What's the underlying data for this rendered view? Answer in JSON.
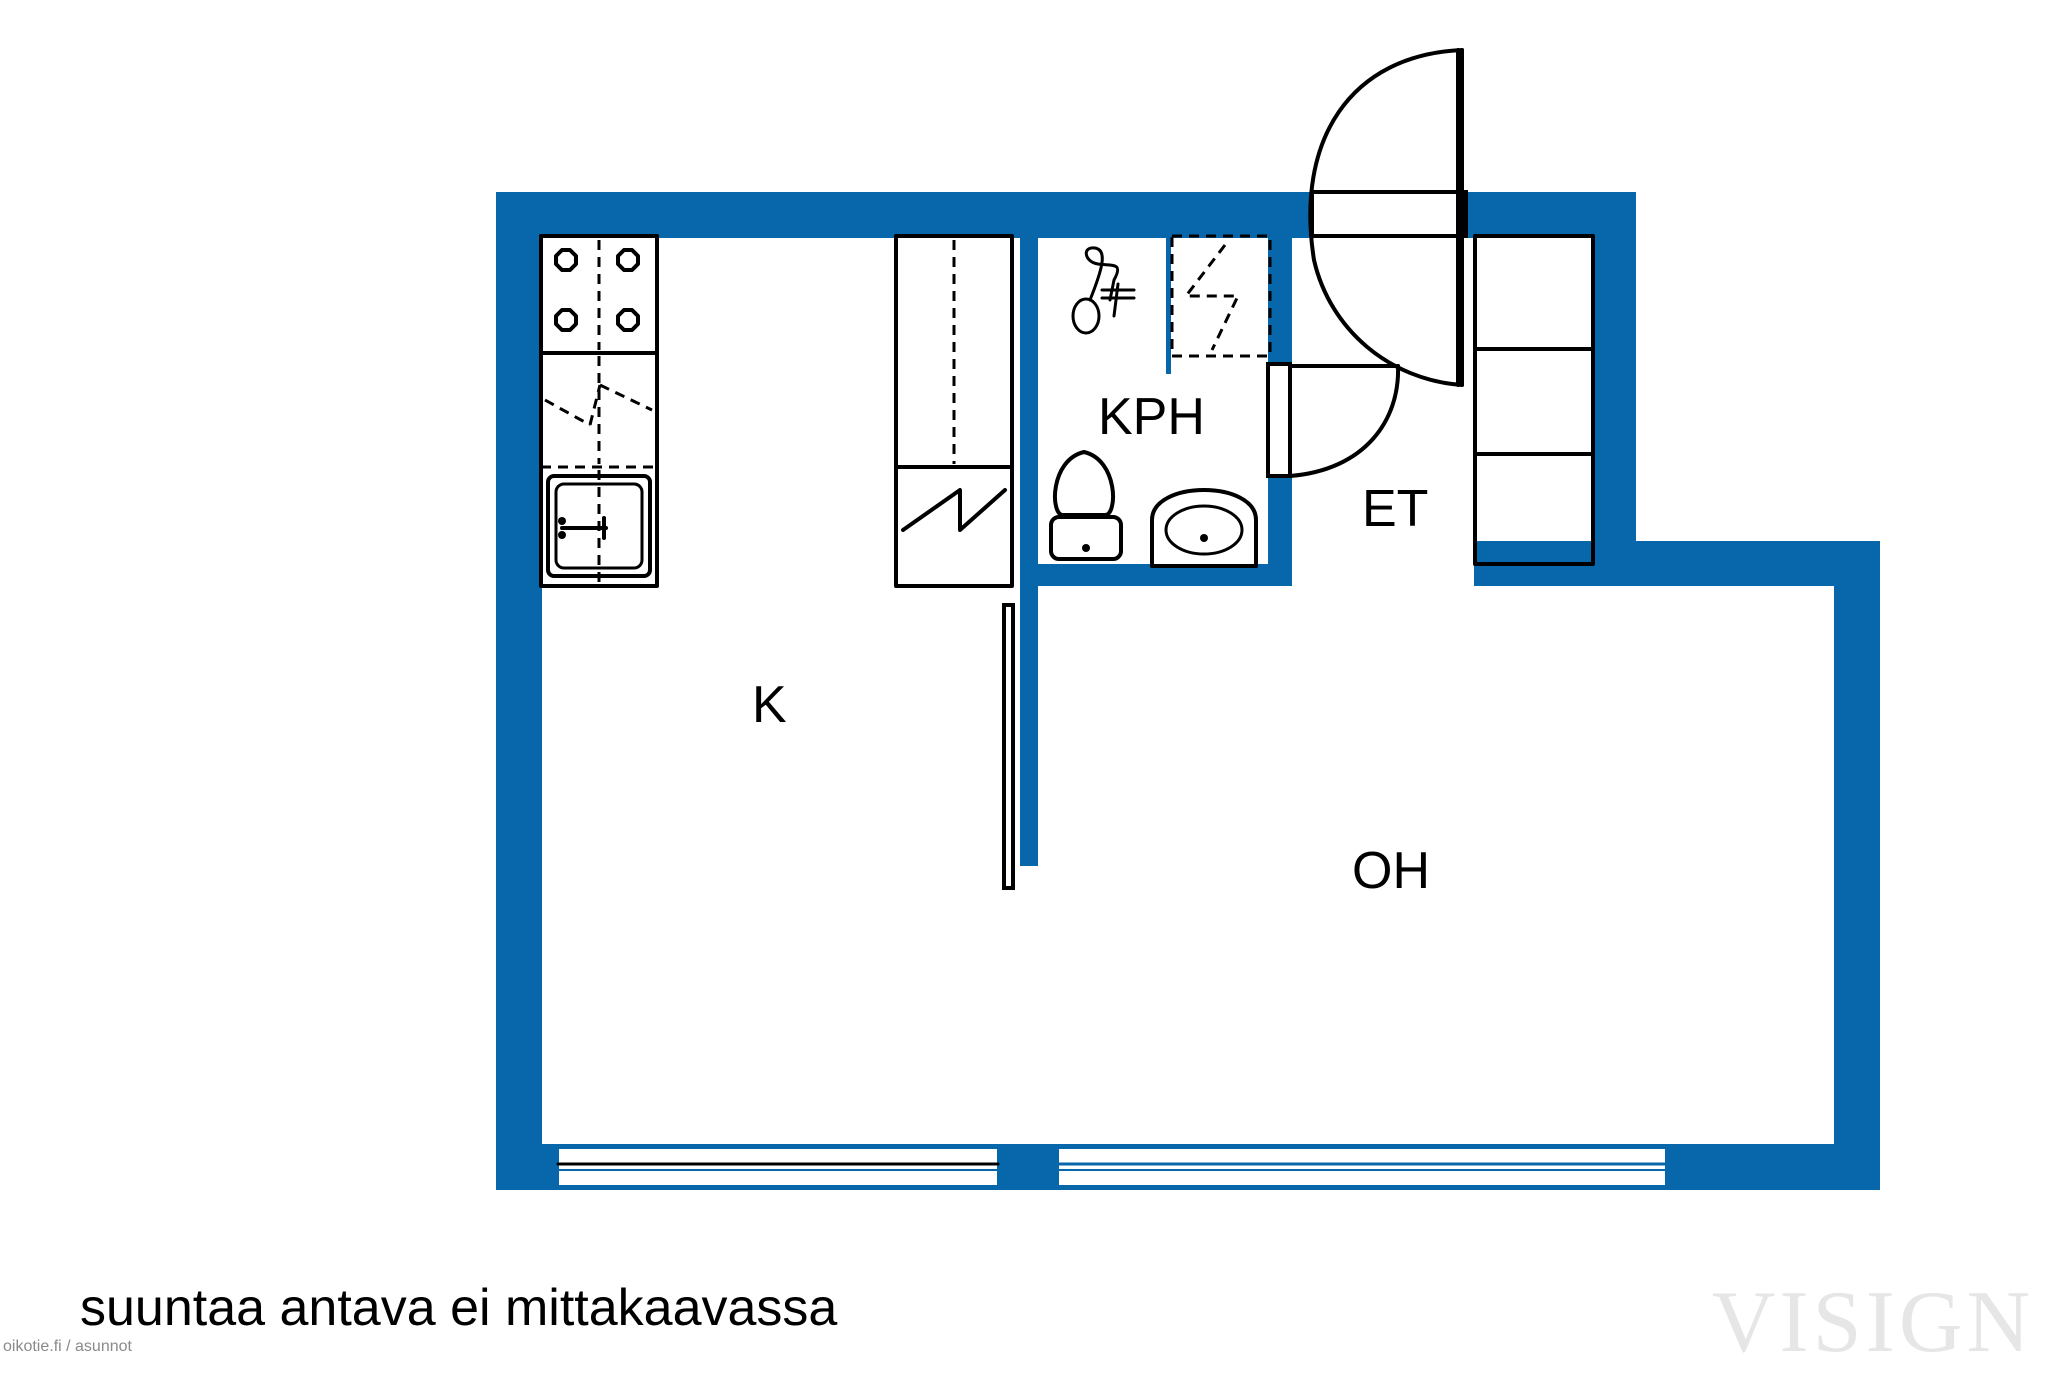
{
  "floorplan": {
    "rooms": {
      "kitchen": "K",
      "bathroom": "KPH",
      "entrance": "ET",
      "living_room": "OH"
    },
    "note": "suuntaa antava ei mittakaavassa",
    "watermark": "VISIGN",
    "source": "oikotie.fi / asunnot"
  },
  "colors": {
    "wall": "#0866aa",
    "line": "#000000",
    "background": "#ffffff",
    "watermark": "#e6e6e6"
  }
}
